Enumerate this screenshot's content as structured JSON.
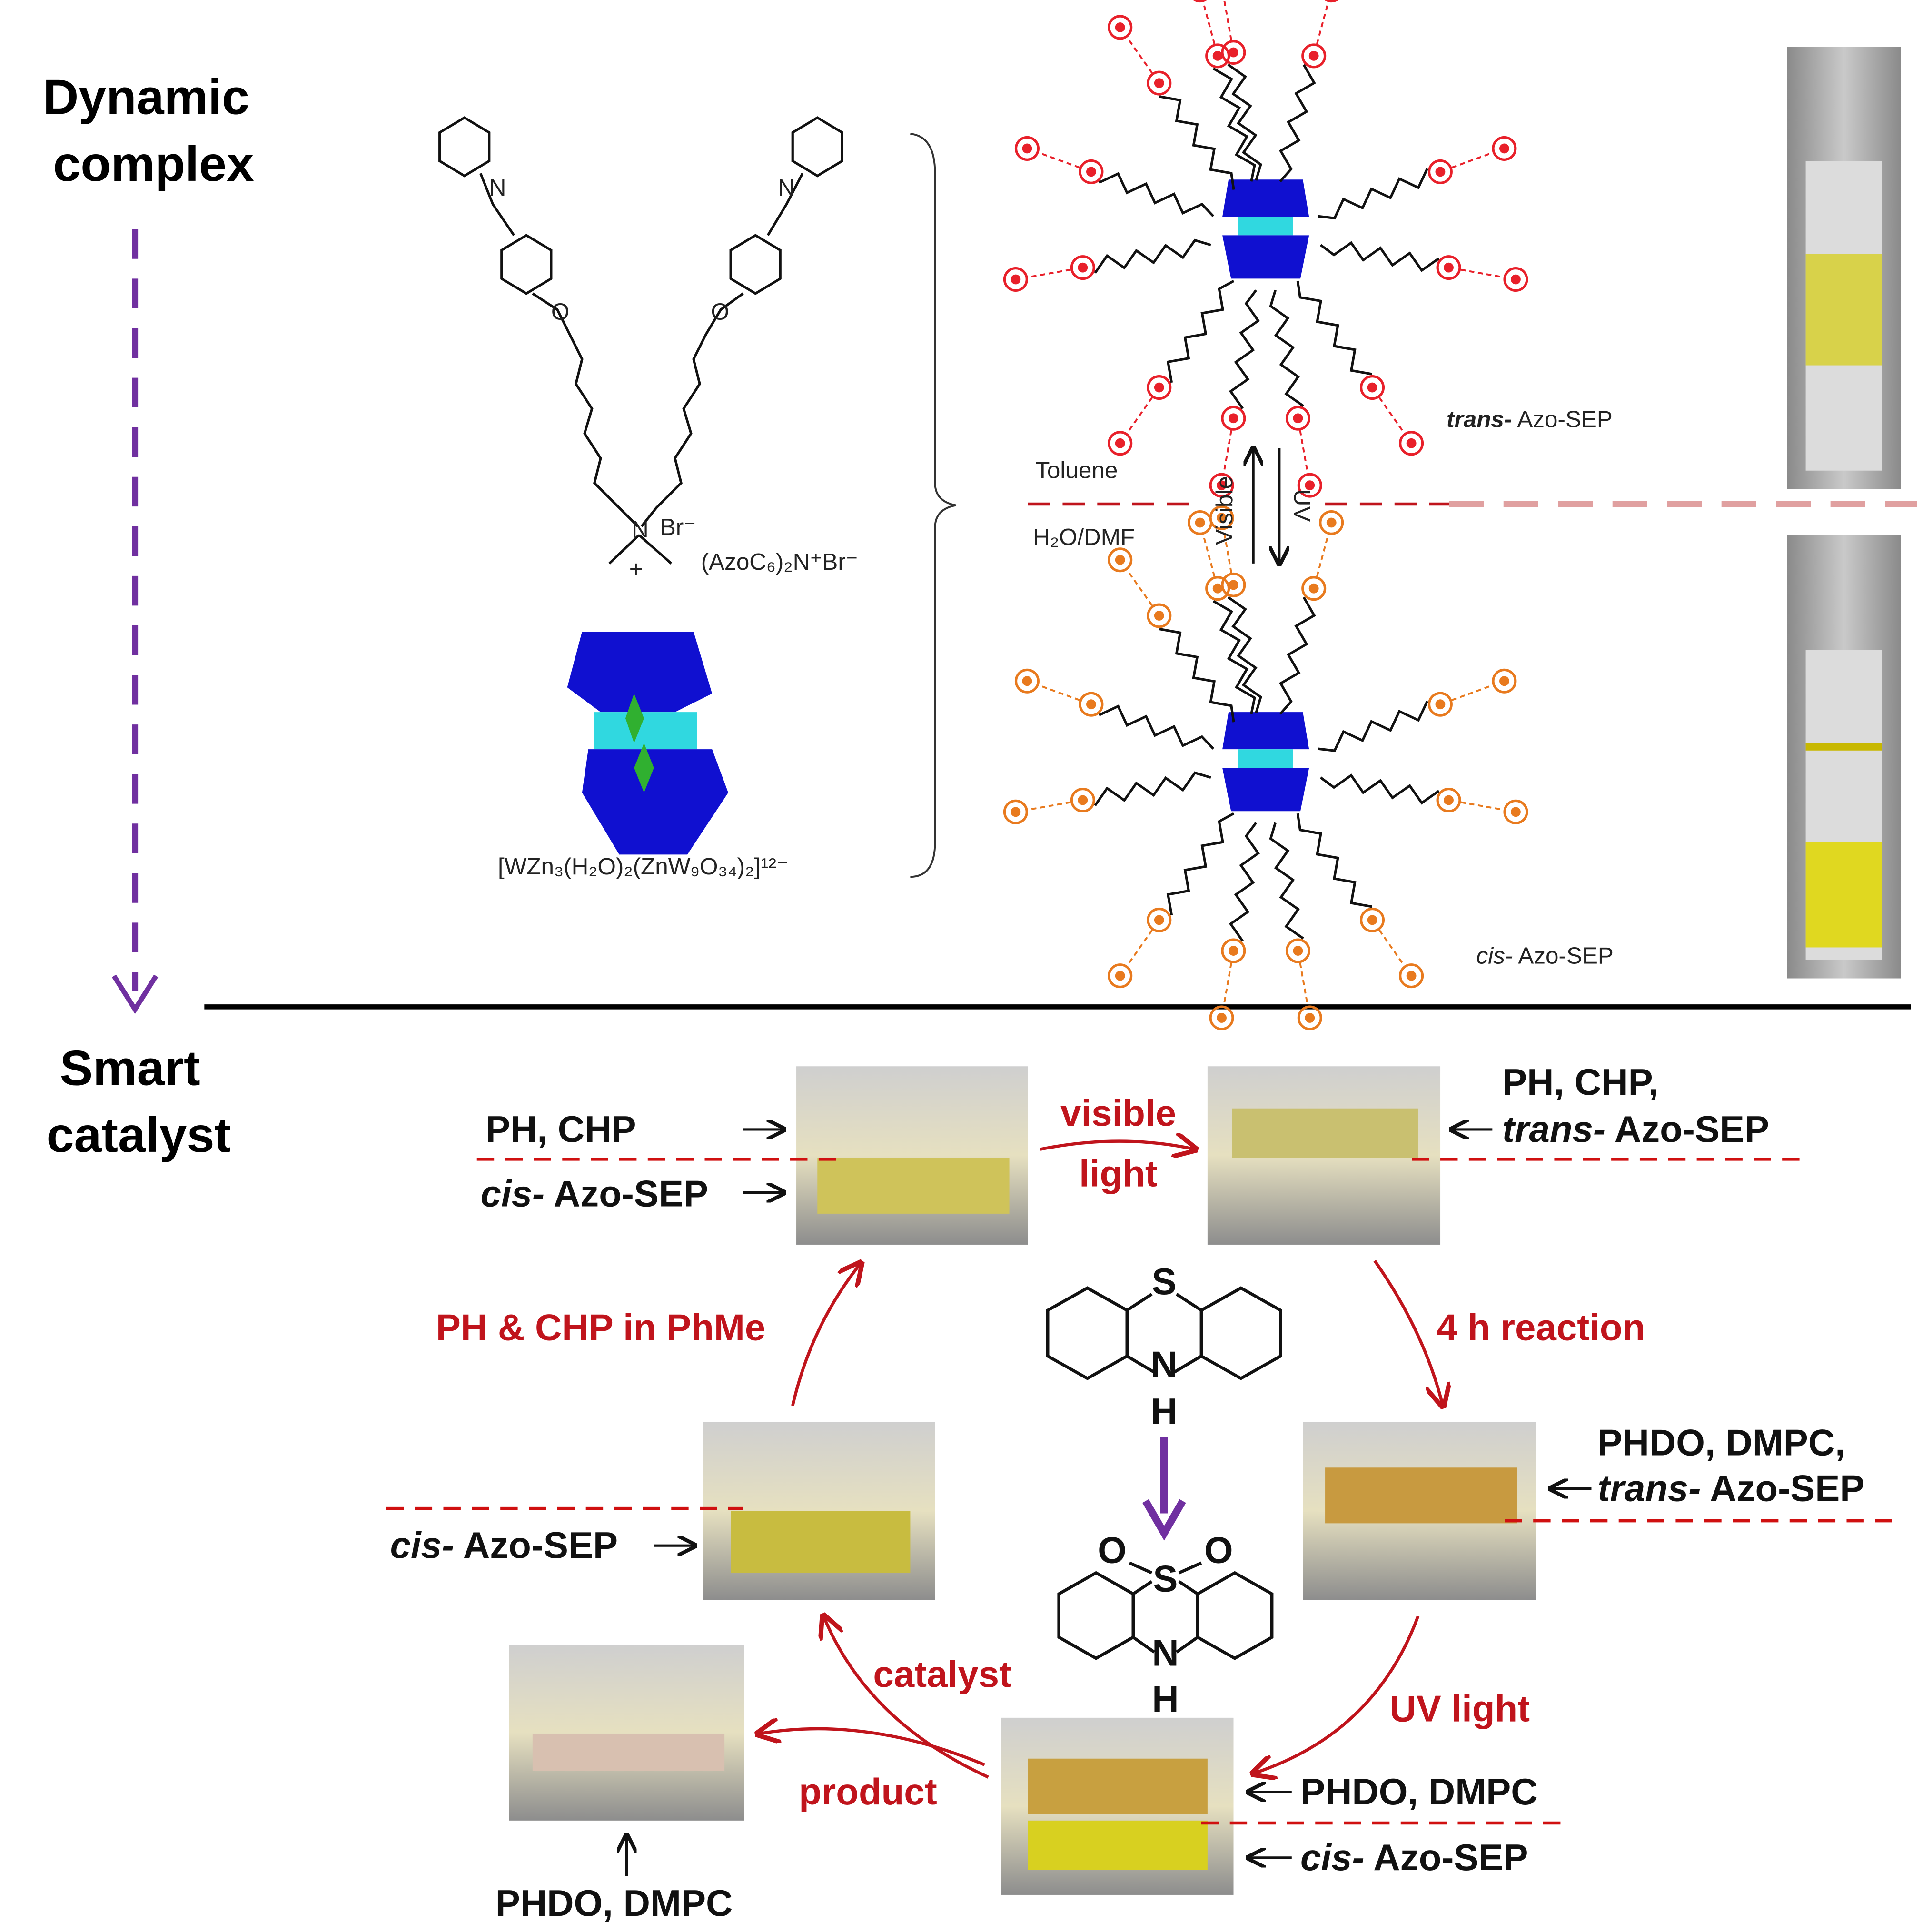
{
  "left": {
    "dynamic_line1": "Dynamic",
    "dynamic_line2": "complex",
    "smart_line1": "Smart",
    "smart_line2": "catalyst"
  },
  "top": {
    "surfactant_label": "(AzoC₆)₂N⁺Br⁻",
    "bromide": "Br⁻",
    "plus": "+",
    "atom_N": "N",
    "atom_O": "O",
    "pom_label": "[WZn₃(H₂O)₂(ZnW₉O₃₄)₂]¹²⁻",
    "toluene": "Toluene",
    "h2o_dmf": "H₂O/DMF",
    "visible": "Visible",
    "uv": "UV",
    "trans_italic": "trans-",
    "trans_rest": " Azo-SEP",
    "cis_italic": "cis-",
    "cis_rest": " Azo-SEP"
  },
  "bottom": {
    "tl_ph_chp": "PH, CHP",
    "tl_cis_italic": "cis-",
    "tl_cis_rest": " Azo-SEP",
    "visible": "visible",
    "light": "light",
    "tr_ph_chp": "PH, CHP,",
    "tr_trans_italic": "trans-",
    "tr_trans_rest": " Azo-SEP",
    "ph_chp_phme": "PH & CHP in PhMe",
    "reaction": "4 h reaction",
    "r_phdo": "PHDO, DMPC,",
    "r_trans_italic": "trans-",
    "r_trans_rest": " Azo-SEP",
    "l_cis_italic": "cis-",
    "l_cis_rest": " Azo-SEP",
    "catalyst": "catalyst",
    "uv_light": "UV light",
    "product": "product",
    "b_phdo": "PHDO, DMPC",
    "b_cis_italic": "cis-",
    "b_cis_rest": " Azo-SEP",
    "bl_phdo": "PHDO, DMPC",
    "atom_S": "S",
    "atom_N": "N",
    "atom_H": "H",
    "atom_O": "O"
  },
  "colors": {
    "trans": "#e8202a",
    "cis": "#e87a1e",
    "pom": "#1010d0",
    "zn": "#30d8e0",
    "arrow_red": "#c0141c",
    "purple": "#7030a0"
  }
}
